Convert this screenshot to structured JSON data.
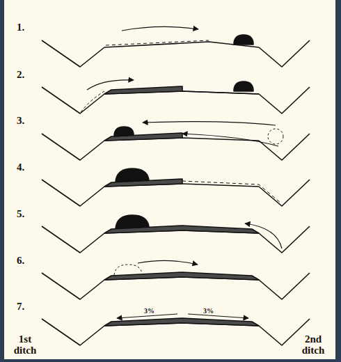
{
  "diagram": {
    "labels": [
      "1.",
      "2.",
      "3.",
      "4.",
      "5.",
      "6.",
      "7.",
      "3%",
      "3%",
      "1st ditch",
      "2nd ditch"
    ]
  }
}
